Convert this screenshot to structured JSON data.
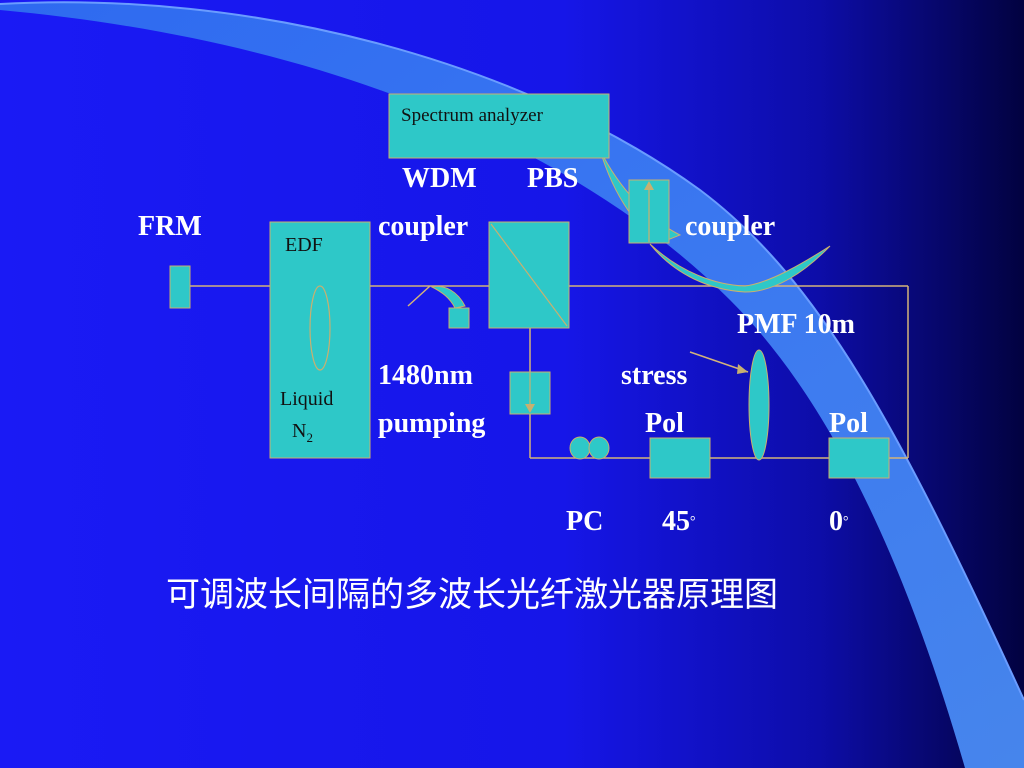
{
  "colors": {
    "background_left": "#1a1af5",
    "background_right": "#020240",
    "component_fill": "#2ec8c8",
    "fiber_line": "#d4b47a",
    "swoosh": "#3d7cf0"
  },
  "labels": {
    "spectrum_analyzer": "Spectrum analyzer",
    "wdm": "WDM",
    "pbs": "PBS",
    "frm": "FRM",
    "edf": "EDF",
    "coupler_left": "coupler",
    "coupler_right": "coupler",
    "pmf": "PMF 10m",
    "pump_wavelength": "1480nm",
    "pumping": "pumping",
    "stress": "stress",
    "liquid": "Liquid",
    "n2_main": "N",
    "n2_sub": "2",
    "pol_left": "Pol",
    "pol_right": "Pol",
    "pc": "PC",
    "angle_45": "45",
    "angle_0": "0",
    "degree_mark": "。"
  },
  "caption": "可调波长间隔的多波长光纤激光器原理图"
}
